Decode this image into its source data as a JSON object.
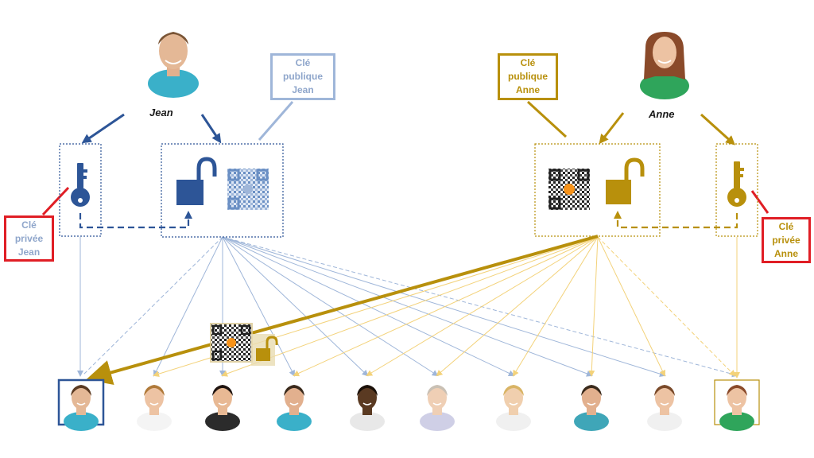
{
  "people": {
    "jean": {
      "name": "Jean"
    },
    "anne": {
      "name": "Anne"
    }
  },
  "labels": {
    "public_key_jean": [
      "Clé",
      "publique",
      "Jean"
    ],
    "public_key_anne": [
      "Clé",
      "publique",
      "Anne"
    ],
    "private_key_jean": [
      "Clé",
      "privée",
      "Jean"
    ],
    "private_key_anne": [
      "Clé",
      "privée",
      "Anne"
    ]
  },
  "recipients": [
    {
      "id": "jean",
      "highlight": "jean"
    },
    {
      "id": "woman-curly",
      "highlight": ""
    },
    {
      "id": "woman-dark-hair",
      "highlight": ""
    },
    {
      "id": "man-smiling",
      "highlight": ""
    },
    {
      "id": "man-dark",
      "highlight": ""
    },
    {
      "id": "older-woman",
      "highlight": ""
    },
    {
      "id": "blonde-woman",
      "highlight": ""
    },
    {
      "id": "young-man",
      "highlight": ""
    },
    {
      "id": "woman-long-hair",
      "highlight": ""
    },
    {
      "id": "anne",
      "highlight": "anne"
    }
  ],
  "colors": {
    "jean_blue": "#2D5597",
    "jean_light": "#9FB6D9",
    "anne_gold": "#B8900C",
    "anne_light": "#F3D27A",
    "alert_red": "#E01E25"
  },
  "icons": {
    "key": "key-icon",
    "padlock": "open-padlock-icon",
    "qr": "qr-code-icon",
    "bitcoin": "bitcoin-icon"
  }
}
